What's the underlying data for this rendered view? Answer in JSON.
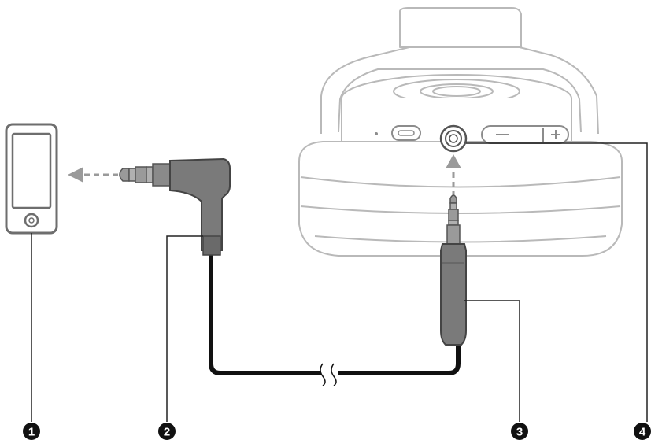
{
  "callouts": [
    {
      "number": "1"
    },
    {
      "number": "2"
    },
    {
      "number": "3"
    },
    {
      "number": "4"
    }
  ],
  "colors": {
    "headphone_outline": "#b9b9b9",
    "headphone_fill": "#ffffff",
    "cable": "#111111",
    "plug_body": "#7a7a7a",
    "plug_tip": "#9a9a9a",
    "player_outline": "#6e6e6e",
    "arrow": "#9a9a9a",
    "leader": "#222222",
    "badge": "#111111"
  },
  "icons": [
    "portable-player-icon",
    "stereo-mini-plug-icon",
    "headphone-earcup-icon",
    "arrow-icon"
  ]
}
